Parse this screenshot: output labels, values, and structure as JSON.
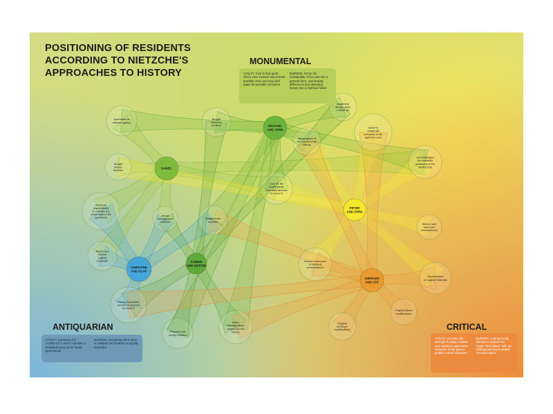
{
  "title_lines": [
    "POSITIONING OF RESIDENTS",
    "ACCORDING TO NIETZCHE'S",
    "APPROACHES TO HISTORY"
  ],
  "categories": {
    "monumental": {
      "title": "MONUMENTAL",
      "utility": "UTILITY: trust in that great which once existed was at least possible once and may well again be possible sometime",
      "burden": "BURDEN: forces the individuality of the past into a general form, overlooking differences and distorting history into a mythical fiction",
      "color": "#b5cf58"
    },
    "antiquarian": {
      "title": "ANTIQUARIAN",
      "utility": "UTILITY: preserves the conditions in which a people or individual grew up for future generations",
      "burden": "BURDEN: everything old is seen in isolation and treated as equally important",
      "color": "#6f9ab7"
    },
    "critical": {
      "title": "CRITICAL",
      "utility": "UTILITY: provides the strength to judge, shatter, and condemn oppressive elements of the past to enable current existence",
      "burden": "BURDEN: a dangerously attempt to replace the innate \"first nature\" with an artificial and much weaker \"second nature\"",
      "color": "#ec8a3d"
    }
  },
  "residents": [
    {
      "id": "michael",
      "label": [
        "MICHAEL",
        "AND JOHN"
      ],
      "color": "#6db43c"
    },
    {
      "id": "daniel",
      "label": [
        "DANIEL"
      ],
      "color": "#7fbc3d"
    },
    {
      "id": "peter",
      "label": [
        "PETER",
        "AND JÖRG"
      ],
      "color": "#f4e72e"
    },
    {
      "id": "sabine",
      "label": [
        "SABINE",
        "AND MARTIN"
      ],
      "color": "#5fa93b"
    },
    {
      "id": "christine",
      "label": [
        "CHRISTINE",
        "AND OLAF"
      ],
      "color": "#45a5d8"
    },
    {
      "id": "juergen",
      "label": [
        "JUERGEN",
        "AND UTE"
      ],
      "color": "#eb9a2f"
    }
  ],
  "motives": [
    {
      "id": "gallery",
      "label": [
        "Apartment as",
        "abstract gallery"
      ]
    },
    {
      "id": "bauhaus",
      "label": [
        "Bought",
        "Bauhaus",
        "furniture"
      ]
    },
    {
      "id": "apt_design",
      "label": [
        "Apartment",
        "design offers",
        "a better life"
      ]
    },
    {
      "id": "monumental_hist",
      "label": [
        "Highly aware of",
        "the monumental",
        "history"
      ]
    },
    {
      "id": "modernist",
      "label": [
        "Belief in",
        "modernist",
        "principles of air,",
        "light and color"
      ]
    },
    {
      "id": "bought_design",
      "label": [
        "Bought",
        "design",
        "furniture"
      ]
    },
    {
      "id": "aesthetic",
      "label": [
        "Acknowledges",
        "the aesthetic",
        "greatness of the",
        "architecture"
      ]
    },
    {
      "id": "masterpiece",
      "label": [
        "Love for the",
        "masterpiece:",
        "motivated decision",
        "to move in"
      ]
    },
    {
      "id": "personal",
      "label": [
        "Personal",
        "responsibility",
        "to maintain the",
        "whole style of the",
        "apartment"
      ]
    },
    {
      "id": "house_mgmt",
      "label": [
        "House",
        "Management",
        "member"
      ]
    },
    {
      "id": "bergerverein",
      "label": [
        "Bürgerverein",
        "member"
      ]
    },
    {
      "id": "kitchen",
      "label": [
        "Kitchen and",
        "bathroom",
        "refurbishment"
      ]
    },
    {
      "id": "retain",
      "label": [
        "Retain and",
        "restore",
        "original",
        "materials"
      ]
    },
    {
      "id": "practical",
      "label": [
        "Moved in because",
        "of practical",
        "considerations"
      ]
    },
    {
      "id": "replacement",
      "label": [
        "Replacement",
        "of original materials"
      ]
    },
    {
      "id": "family",
      "label": [
        "Family memories:",
        "emotional decision",
        "to move in"
      ]
    },
    {
      "id": "layout",
      "label": [
        "Original layout",
        "modifications"
      ]
    },
    {
      "id": "learning",
      "label": [
        "Active",
        "learning about",
        "neighborhood",
        "history"
      ]
    },
    {
      "id": "envelope",
      "label": [
        "Original",
        "envelope",
        "modifications"
      ]
    },
    {
      "id": "preserve_furn",
      "label": [
        "Preserve old",
        "family furniture"
      ]
    }
  ]
}
